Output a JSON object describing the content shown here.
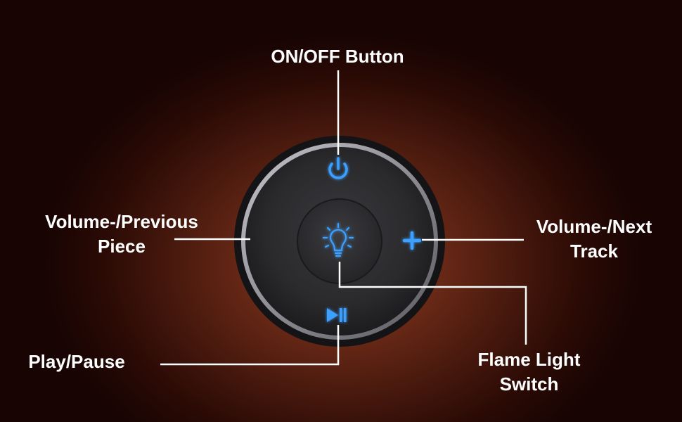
{
  "labels": {
    "power": "ON/OFF Button",
    "volume_down": [
      "Volume-/Previous",
      "Piece"
    ],
    "volume_up": [
      "Volume-/Next",
      "Track"
    ],
    "play_pause": "Play/Pause",
    "flame": [
      "Flame Light",
      "Switch"
    ]
  },
  "icons": {
    "power": "power-icon",
    "minus": "minus-icon",
    "plus": "plus-icon",
    "play_pause": "play-pause-icon",
    "flame": "lightbulb-icon"
  },
  "colors": {
    "background_glow": "#8a3a22",
    "background_edge": "#170403",
    "device_body": "#2b2b2e",
    "device_ring": "#9a9aa0",
    "icon_glow": "#3aa0ff",
    "label_text": "#ffffff",
    "leader_line": "#ffffff"
  }
}
